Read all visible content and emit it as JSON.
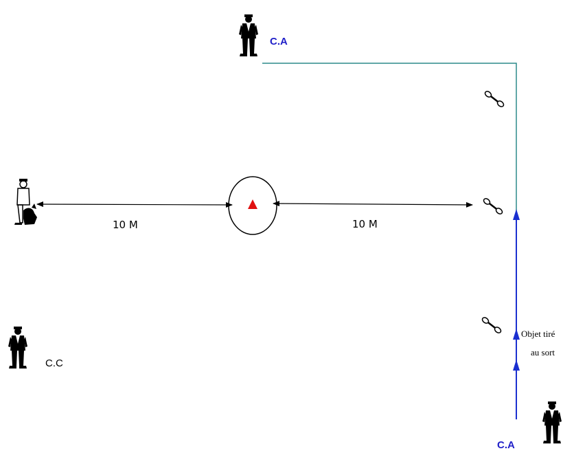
{
  "diagram": {
    "labels": {
      "ca_top": "C.A",
      "ca_bottom": "C.A",
      "cc": "C.C",
      "distance_left": "10 M",
      "distance_right": "10 M",
      "note_line1": "Objet tiré",
      "note_line2": "au sort"
    },
    "colors": {
      "ca_label": "#1f1fc8",
      "path_line": "#2b8a8a",
      "route_arrow": "#1a2fd0",
      "measure_arrow": "#000000",
      "target_marker": "#e01010",
      "figure": "#000000"
    },
    "icons": {
      "handler_top": "person-standing-icon",
      "handler_bottom": "person-standing-icon",
      "judge": "person-standing-icon",
      "handler_with_dog": "person-with-dog-icon",
      "objects": "dumbbell-object-icon",
      "center": "circle-with-red-triangle-icon"
    }
  }
}
